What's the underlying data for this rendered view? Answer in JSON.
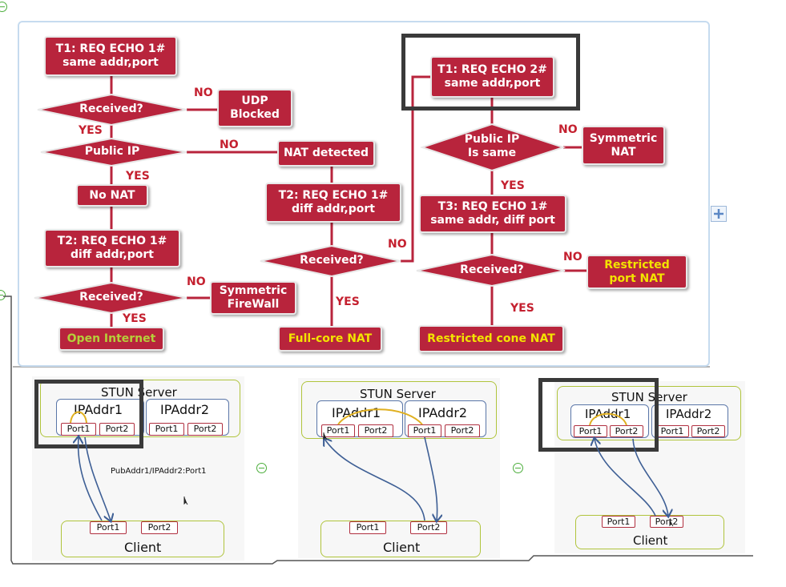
{
  "flowchart": {
    "left": {
      "t1": "T1: REQ ECHO 1#\nsame addr,port",
      "received1": "Received?",
      "no1": "NO",
      "udp_blocked": "UDP\nBlocked",
      "yes1": "YES",
      "public_ip": "Public IP",
      "no2": "NO",
      "yes2": "YES",
      "no_nat": "No NAT",
      "t2": "T2: REQ ECHO 1#\ndiff addr,port",
      "received2": "Received?",
      "no3": "NO",
      "symmetric_firewall": "Symmetric\nFireWall",
      "yes3": "YES",
      "open_internet": "Open Internet"
    },
    "middle": {
      "nat_detected": "NAT detected",
      "t2": "T2: REQ ECHO 1#\ndiff addr,port",
      "received": "Received?",
      "no": "NO",
      "yes": "YES",
      "full_cone": "Full-core NAT"
    },
    "right": {
      "t1": "T1: REQ ECHO 2#\nsame addr,port",
      "public_ip_same": "Public IP\nIs same",
      "no1": "NO",
      "symmetric_nat": "Symmetric\nNAT",
      "yes1": "YES",
      "t3": "T3: REQ ECHO 1#\nsame addr, diff port",
      "received": "Received?",
      "no2": "NO",
      "restricted_port": "Restricted\nport  NAT",
      "yes2": "YES",
      "restricted_cone": "Restricted cone NAT"
    }
  },
  "diagrams": [
    {
      "server": "STUN Server",
      "ip1": "IPAddr1",
      "ip2": "IPAddr2",
      "port1": "Port1",
      "port2": "Port2",
      "client": "Client",
      "annotation": "PubAddr1/IPAddr2:Port1"
    },
    {
      "server": "STUN Server",
      "ip1": "IPAddr1",
      "ip2": "IPAddr2",
      "port1": "Port1",
      "port2": "Port2",
      "client": "Client"
    },
    {
      "server": "STUN Server",
      "ip1": "IPAddr1",
      "ip2": "IPAddr2",
      "port1": "Port1",
      "port2": "Port2",
      "client": "Client"
    }
  ],
  "colors": {
    "box_fill": "#b8243c",
    "label_red": "#c4202f",
    "yellow_text": "#f3e400",
    "green_text": "#b6cf3a",
    "arrow_blue": "#3e5f95",
    "arc_yellow": "#e0b020"
  },
  "icons": [
    "collapse-circle-icon",
    "add-plus-icon",
    "mouse-cursor-icon"
  ]
}
